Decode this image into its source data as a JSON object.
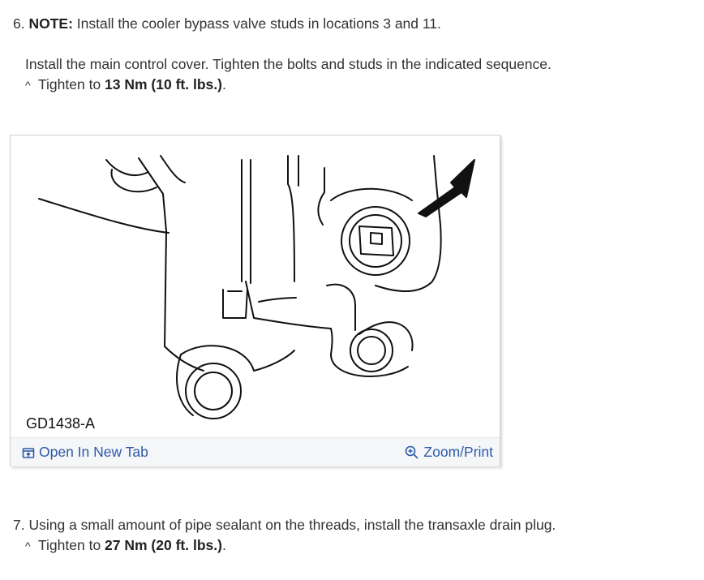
{
  "step6": {
    "number": "6.",
    "note_label": "NOTE:",
    "note_text": " Install the cooler bypass valve studs in locations 3 and 11.",
    "body": "Install the main control cover. Tighten the bolts and studs in the indicated sequence.",
    "caret": "^",
    "sub_prefix": "Tighten to ",
    "torque": "13 Nm (10 ft. lbs.)",
    "sub_suffix": "."
  },
  "figure": {
    "id_label": "GD1438-A",
    "open_tab_label": "Open In New Tab",
    "zoom_label": "Zoom/Print",
    "icons": [
      "open-new-tab-icon",
      "zoom-magnifier-icon"
    ],
    "link_color": "#2d5aa8"
  },
  "step7": {
    "number": "7.",
    "text": " Using a small amount of pipe sealant on the threads, install the transaxle drain plug.",
    "caret": "^",
    "sub_prefix": "Tighten to ",
    "torque": "27 Nm (20 ft. lbs.)",
    "sub_suffix": "."
  }
}
